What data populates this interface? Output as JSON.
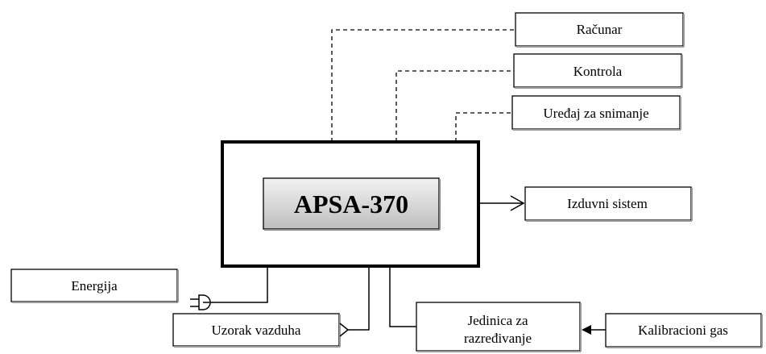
{
  "diagram": {
    "main_unit": "APSA-370",
    "boxes": {
      "racunar": "Računar",
      "kontrola": "Kontrola",
      "uredaj": "Uređaj za snimanje",
      "izduvni": "Izduvni sistem",
      "energija": "Energija",
      "uzorak": "Uzorak vazduha",
      "jedinica_line1": "Jedinica za",
      "jedinica_line2": "razređivanje",
      "kalibracioni": "Kalibracioni gas"
    }
  }
}
